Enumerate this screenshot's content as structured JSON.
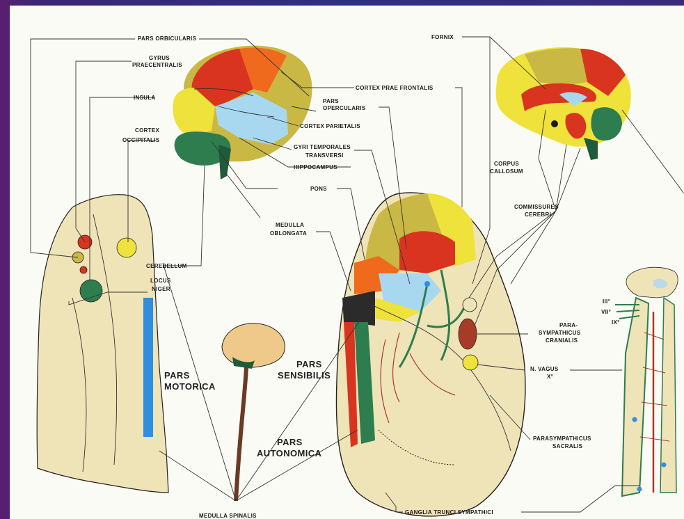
{
  "labels": {
    "pars_orbicularis": "PARS ORBICULARIS",
    "gyrus": "GYRUS",
    "praecentralis": "PRAECENTRALIS",
    "insula": "INSULA",
    "cortex": "CORTEX",
    "occipitalis": "OCCIPITALIS",
    "cortex_prae_frontalis": "CORTEX PRAE FRONTALIS",
    "pars": "PARS",
    "opercularis": "OPERCULARIS",
    "cortex_parietalis": "CORTEX PARIETALIS",
    "gyri_temporales": "GYRI TEMPORALES",
    "transversi": "TRANSVERSI",
    "hippocampus": "HIPPOCAMPUS",
    "pons": "PONS",
    "medulla": "MEDULLA",
    "oblongata": "OBLONGATA",
    "cerebellum": "CEREBELLUM",
    "locus": "LOCUS",
    "niger": "NIGER",
    "fornix": "FORNIX",
    "corpus": "CORPUS",
    "callosum": "CALLOSUM",
    "commissures": "COMMISSURES",
    "cerebri": "CEREBRI",
    "para": "PARA-",
    "sympathicus": "SYMPATHICUS",
    "cranialis": "CRANIALIS",
    "n_vagus": "N. VAGUS",
    "x": "X°",
    "parasympathicus": "PARASYMPATHICUS",
    "sacralis": "SACRALIS",
    "ganglia": "GANGLIA TRUNCI SYMPATHICI",
    "medulla_spinalis": "MEDULLA SPINALIS",
    "n3": "III°",
    "n7": "VII°",
    "n9": "IX°",
    "pars_motorica_1": "PARS",
    "pars_motorica_2": "MOTORICA",
    "pars_sensibilis_1": "PARS",
    "pars_sensibilis_2": "SENSIBILIS",
    "pars_autonomica_1": "PARS",
    "pars_autonomica_2": "AUTONOMICA"
  },
  "colors": {
    "beige": "#efe3b8",
    "red": "#d8341f",
    "orange": "#f06a1e",
    "yellow": "#efe23a",
    "olive": "#c9b844",
    "lightblue": "#a7d8f0",
    "green": "#2e7d4e",
    "darkgreen": "#1f5a3a",
    "blue": "#2f8ee0",
    "brown": "#a83a28"
  }
}
